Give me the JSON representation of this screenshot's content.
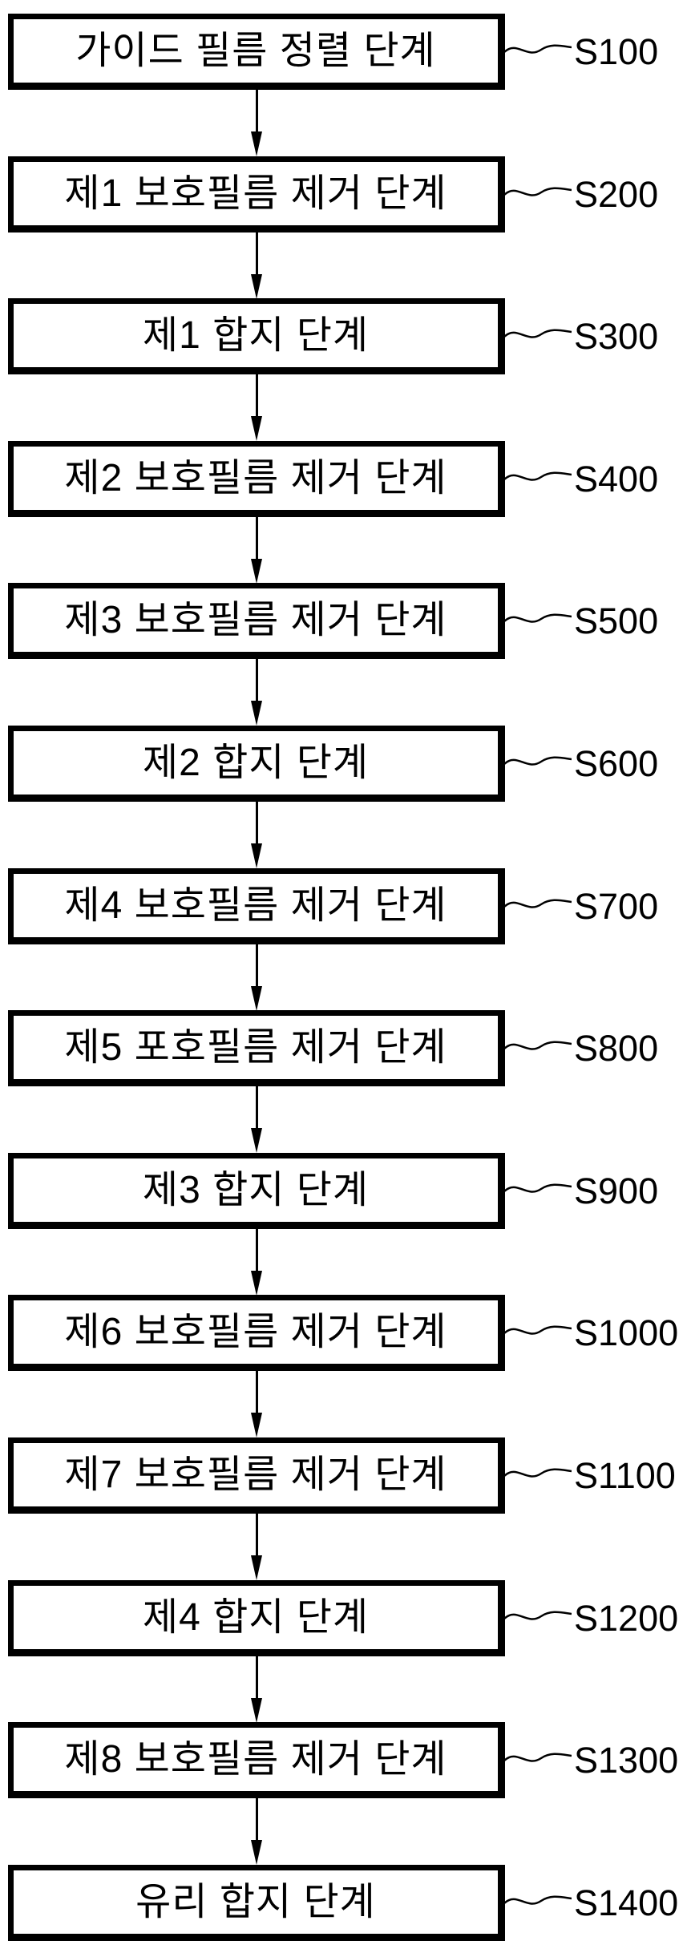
{
  "diagram": {
    "type": "flowchart",
    "direction": "top-to-bottom",
    "colors": {
      "line": "#000000",
      "background": "#ffffff",
      "box_fill": "#ffffff"
    },
    "steps": [
      {
        "label": "가이드 필름 정렬 단계",
        "ref": "S100"
      },
      {
        "label": "제1 보호필름 제거 단계",
        "ref": "S200"
      },
      {
        "label": "제1 합지 단계",
        "ref": "S300"
      },
      {
        "label": "제2 보호필름 제거 단계",
        "ref": "S400"
      },
      {
        "label": "제3 보호필름 제거 단계",
        "ref": "S500"
      },
      {
        "label": "제2 합지 단계",
        "ref": "S600"
      },
      {
        "label": "제4 보호필름 제거 단계",
        "ref": "S700"
      },
      {
        "label": "제5 포호필름 제거 단계",
        "ref": "S800"
      },
      {
        "label": "제3 합지 단계",
        "ref": "S900"
      },
      {
        "label": "제6 보호필름 제거 단계",
        "ref": "S1000"
      },
      {
        "label": "제7 보호필름 제거 단계",
        "ref": "S1100"
      },
      {
        "label": "제4 합지 단계",
        "ref": "S1200"
      },
      {
        "label": "제8 보호필름 제거 단계",
        "ref": "S1300"
      },
      {
        "label": "유리 합지 단계",
        "ref": "S1400"
      }
    ]
  }
}
